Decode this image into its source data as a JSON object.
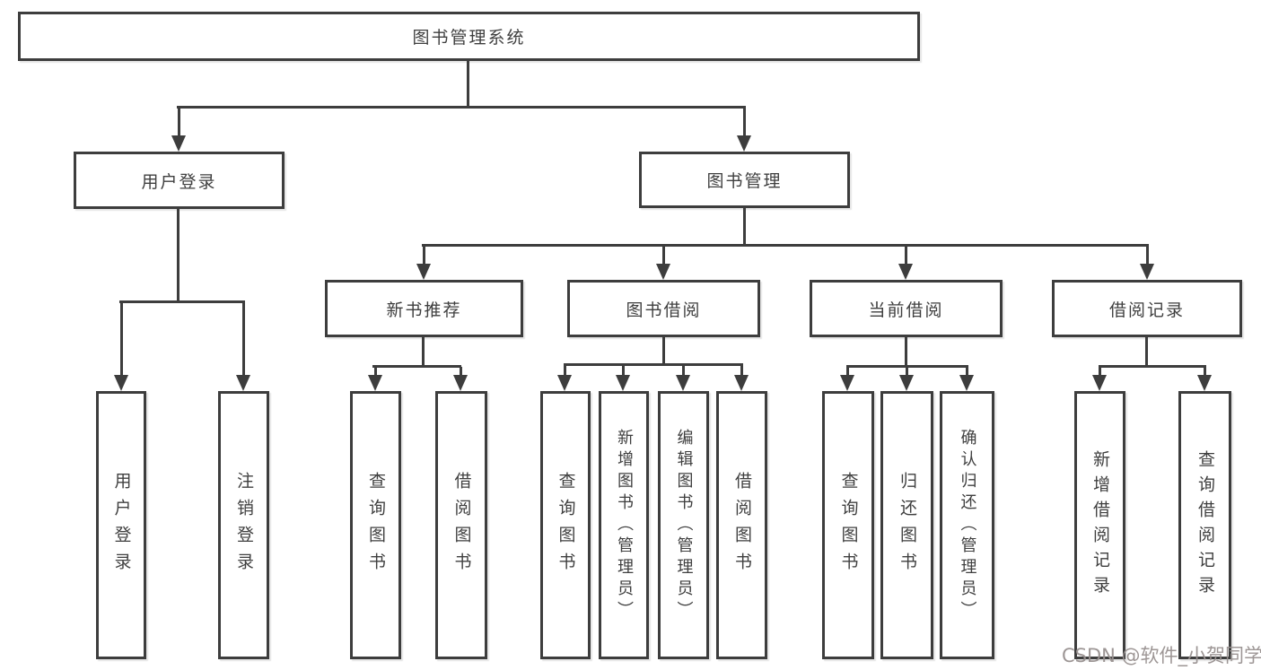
{
  "nodes": {
    "root": {
      "label": "图书管理系统"
    },
    "user_login": {
      "label": "用户登录"
    },
    "book_mgmt": {
      "label": "图书管理"
    },
    "new_books": {
      "label": "新书推荐"
    },
    "book_borrow": {
      "label": "图书借阅"
    },
    "current_borrow": {
      "label": "当前借阅"
    },
    "borrow_records": {
      "label": "借阅记录"
    },
    "leaf_user_login": {
      "label": "用户登录"
    },
    "leaf_logout": {
      "label": "注销登录"
    },
    "leaf_nb_query": {
      "label": "查询图书"
    },
    "leaf_nb_borrow": {
      "label": "借阅图书"
    },
    "leaf_bb_query": {
      "label": "查询图书"
    },
    "leaf_bb_add": {
      "label": "新增图书（管理员）"
    },
    "leaf_bb_edit": {
      "label": "编辑图书（管理员）"
    },
    "leaf_bb_borrow": {
      "label": "借阅图书"
    },
    "leaf_cb_query": {
      "label": "查询图书"
    },
    "leaf_cb_return": {
      "label": "归还图书"
    },
    "leaf_cb_confirm": {
      "label": "确认归还（管理员）"
    },
    "leaf_br_add": {
      "label": "新增借阅记录"
    },
    "leaf_br_query": {
      "label": "查询借阅记录"
    }
  },
  "hierarchy": {
    "图书管理系统": {
      "用户登录": [
        "用户登录",
        "注销登录"
      ],
      "图书管理": {
        "新书推荐": [
          "查询图书",
          "借阅图书"
        ],
        "图书借阅": [
          "查询图书",
          "新增图书（管理员）",
          "编辑图书（管理员）",
          "借阅图书"
        ],
        "当前借阅": [
          "查询图书",
          "归还图书",
          "确认归还（管理员）"
        ],
        "借阅记录": [
          "新增借阅记录",
          "查询借阅记录"
        ]
      }
    }
  },
  "watermark": {
    "text": "CSDN @软件_小贺同学"
  },
  "colors": {
    "line": "#3d3d3d",
    "text": "#3f3f3f",
    "watermark": "#989190",
    "background": "#ffffff"
  }
}
